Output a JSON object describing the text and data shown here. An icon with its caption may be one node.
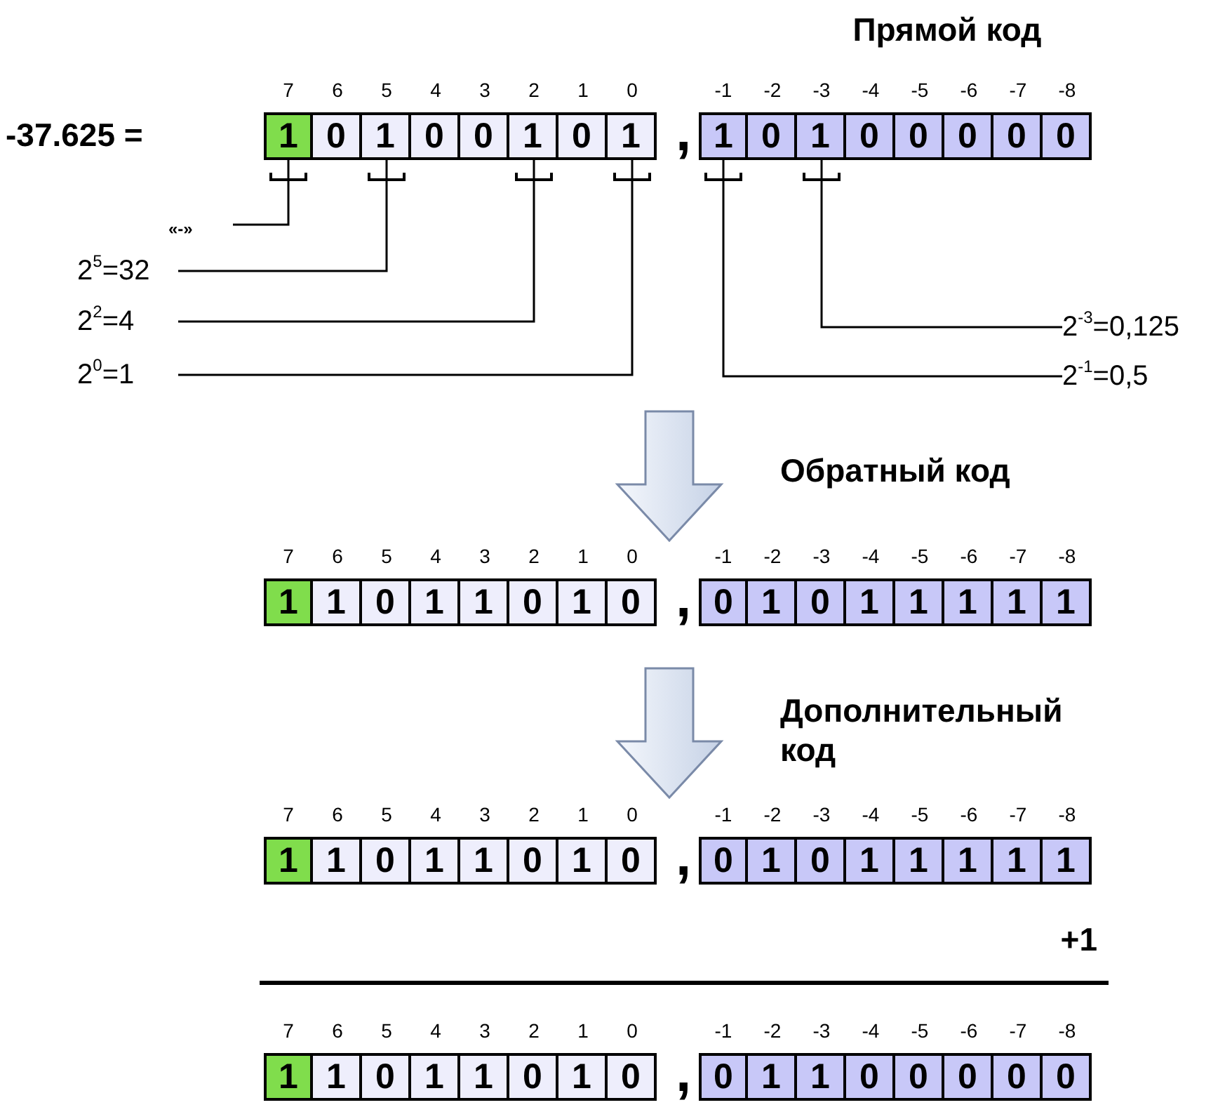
{
  "diagram": {
    "nodes": [
      {
        "text": [
          "1"
        ]
      },
      {
        "text": [
          "0"
        ]
      },
      {
        "text": [
          "1"
        ]
      },
      {
        "text": [
          "0"
        ]
      },
      {
        "text": [
          "0"
        ]
      },
      {
        "text": [
          "1"
        ]
      },
      {
        "text": [
          "0"
        ]
      },
      {
        "text": [
          "1"
        ]
      },
      {
        "text": [
          "1"
        ]
      },
      {
        "text": [
          "0"
        ]
      },
      {
        "text": [
          "1"
        ]
      },
      {
        "text": [
          "0"
        ]
      },
      {
        "text": [
          "0"
        ]
      },
      {
        "text": [
          "0"
        ]
      },
      {
        "text": [
          "0"
        ]
      },
      {
        "text": [
          "0"
        ]
      },
      {
        "text": [
          "1"
        ]
      },
      {
        "text": [
          "1"
        ]
      },
      {
        "text": [
          "0"
        ]
      },
      {
        "text": [
          "1"
        ]
      },
      {
        "text": [
          "1"
        ]
      },
      {
        "text": [
          "0"
        ]
      },
      {
        "text": [
          "1"
        ]
      },
      {
        "text": [
          "0"
        ]
      },
      {
        "text": [
          "0"
        ]
      },
      {
        "text": [
          "1"
        ]
      },
      {
        "text": [
          "0"
        ]
      },
      {
        "text": [
          "1"
        ]
      },
      {
        "text": [
          "1"
        ]
      },
      {
        "text": [
          "1"
        ]
      },
      {
        "text": [
          "1"
        ]
      },
      {
        "text": [
          "1"
        ]
      },
      {
        "text": [
          "1"
        ]
      },
      {
        "text": [
          "1"
        ]
      },
      {
        "text": [
          "0"
        ]
      },
      {
        "text": [
          "1"
        ]
      },
      {
        "text": [
          "1"
        ]
      },
      {
        "text": [
          "0"
        ]
      },
      {
        "text": [
          "1"
        ]
      },
      {
        "text": [
          "0"
        ]
      },
      {
        "text": [
          "0"
        ]
      },
      {
        "text": [
          "1"
        ]
      },
      {
        "text": [
          "0"
        ]
      },
      {
        "text": [
          "1"
        ]
      },
      {
        "text": [
          "1"
        ]
      },
      {
        "text": [
          "1"
        ]
      },
      {
        "text": [
          "1"
        ]
      },
      {
        "text": [
          "1"
        ]
      },
      {
        "text": [
          "1"
        ]
      },
      {
        "text": [
          "1"
        ]
      },
      {
        "text": [
          "0"
        ]
      },
      {
        "text": [
          "1"
        ]
      },
      {
        "text": [
          "1"
        ]
      },
      {
        "text": [
          "0"
        ]
      },
      {
        "text": [
          "1"
        ]
      },
      {
        "text": [
          "0"
        ]
      },
      {
        "text": [
          "0"
        ]
      },
      {
        "text": [
          "1"
        ]
      },
      {
        "text": [
          "1"
        ]
      },
      {
        "text": [
          "0"
        ]
      },
      {
        "text": [
          "0"
        ]
      },
      {
        "text": [
          "0"
        ]
      },
      {
        "text": [
          "0"
        ]
      },
      {
        "text": [
          "0"
        ]
      },
      {
        "text": [
          "«-»"
        ]
      },
      {
        "text": [
          "2$^{5}$=32"
        ]
      },
      {
        "text": [
          "2$^{2}$=4"
        ]
      },
      {
        "text": [
          "2$^{0}$=1"
        ]
      },
      {
        "text": [
          "2$^{-3}$=0,125"
        ]
      },
      {
        "text": [
          "2$^{-1}$=0,5"
        ]
      }
    ],
    "edges": [
      {
        "from": 64,
        "to": 0,
        "arrow": "none"
      },
      {
        "from": 65,
        "to": 2,
        "arrow": "none"
      },
      {
        "from": 66,
        "to": 5,
        "arrow": "none"
      },
      {
        "from": 67,
        "to": 7,
        "arrow": "none"
      },
      {
        "from": 68,
        "to": 10,
        "arrow": "none"
      },
      {
        "from": 69,
        "to": 8,
        "arrow": "none"
      }
    ],
    "labels": [
      "Прямой код",
      "-37.625 =",
      "7",
      "6",
      "5",
      "4",
      "3",
      "2",
      "1",
      "0",
      "-1",
      "-2",
      "-3",
      "-4",
      "-5",
      "-6",
      "-7",
      "-8",
      ",",
      "Обратный код",
      "7",
      "6",
      "5",
      "4",
      "3",
      "2",
      "1",
      "0",
      "-1",
      "-2",
      "-3",
      "-4",
      "-5",
      "-6",
      "-7",
      "-8",
      ",",
      "Дополнительный код",
      "7",
      "6",
      "5",
      "4",
      "3",
      "2",
      "1",
      "0",
      "-1",
      "-2",
      "-3",
      "-4",
      "-5",
      "-6",
      "-7",
      "-8",
      ",",
      "+1",
      "7",
      "6",
      "5",
      "4",
      "3",
      "2",
      "1",
      "0",
      "-1",
      "-2",
      "-3",
      "-4",
      "-5",
      "-6",
      "-7",
      "-8",
      ","
    ]
  }
}
